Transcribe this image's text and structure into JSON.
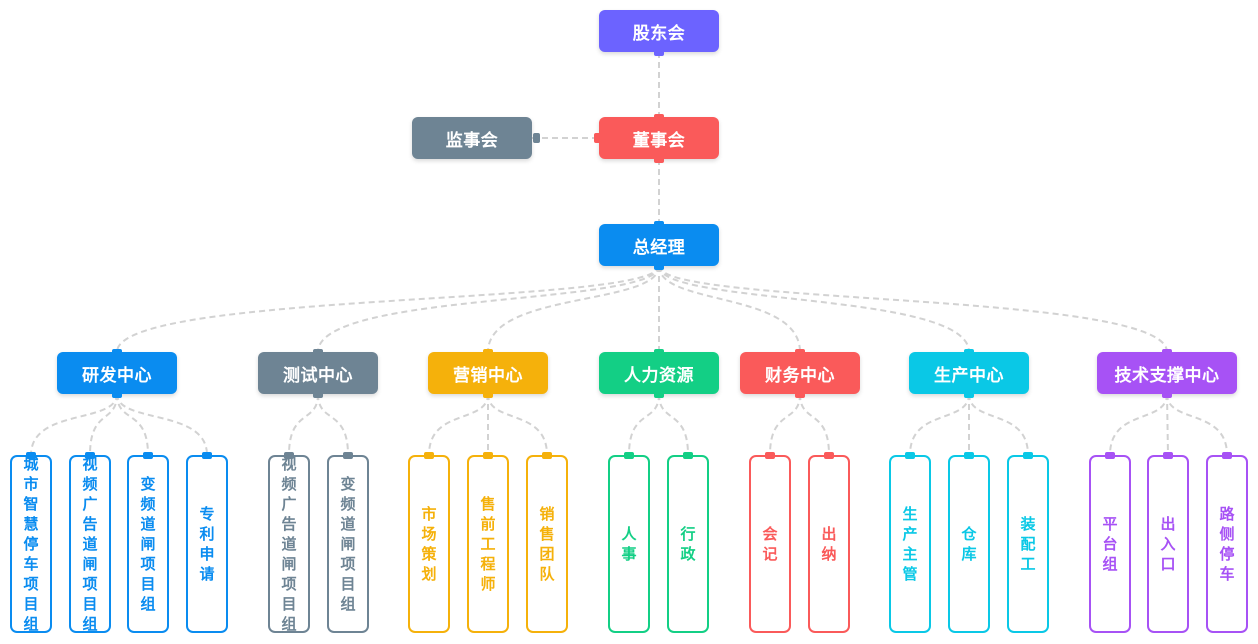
{
  "colors": {
    "purple": "#6c63ff",
    "red": "#fa5a5a",
    "slate": "#6e8494",
    "blue": "#0a8cf0",
    "orange": "#f5b10b",
    "green": "#13cf85",
    "cyan": "#0ac8e6",
    "violet": "#a752f5",
    "connector": "#d2d2d2"
  },
  "top": {
    "shareholders": "股东会",
    "board": "董事会",
    "supervisors": "监事会",
    "gm": "总经理"
  },
  "departments": [
    {
      "name": "研发中心",
      "color": "blue",
      "children": [
        "城市智慧停车项目组",
        "视频广告道闸项目组",
        "变频道闸项目组",
        "专利申请"
      ]
    },
    {
      "name": "测试中心",
      "color": "slate",
      "children": [
        "视频广告道闸项目组",
        "变频道闸项目组"
      ]
    },
    {
      "name": "营销中心",
      "color": "orange",
      "children": [
        "市场策划",
        "售前工程师",
        "销售团队"
      ]
    },
    {
      "name": "人力资源",
      "color": "green",
      "children": [
        "人事",
        "行政"
      ]
    },
    {
      "name": "财务中心",
      "color": "red",
      "children": [
        "会记",
        "出纳"
      ]
    },
    {
      "name": "生产中心",
      "color": "cyan",
      "children": [
        "生产主管",
        "仓库",
        "装配工"
      ]
    },
    {
      "name": "技术支撑中心",
      "color": "violet",
      "children": [
        "平台组",
        "出入口",
        "路侧停车"
      ]
    }
  ]
}
